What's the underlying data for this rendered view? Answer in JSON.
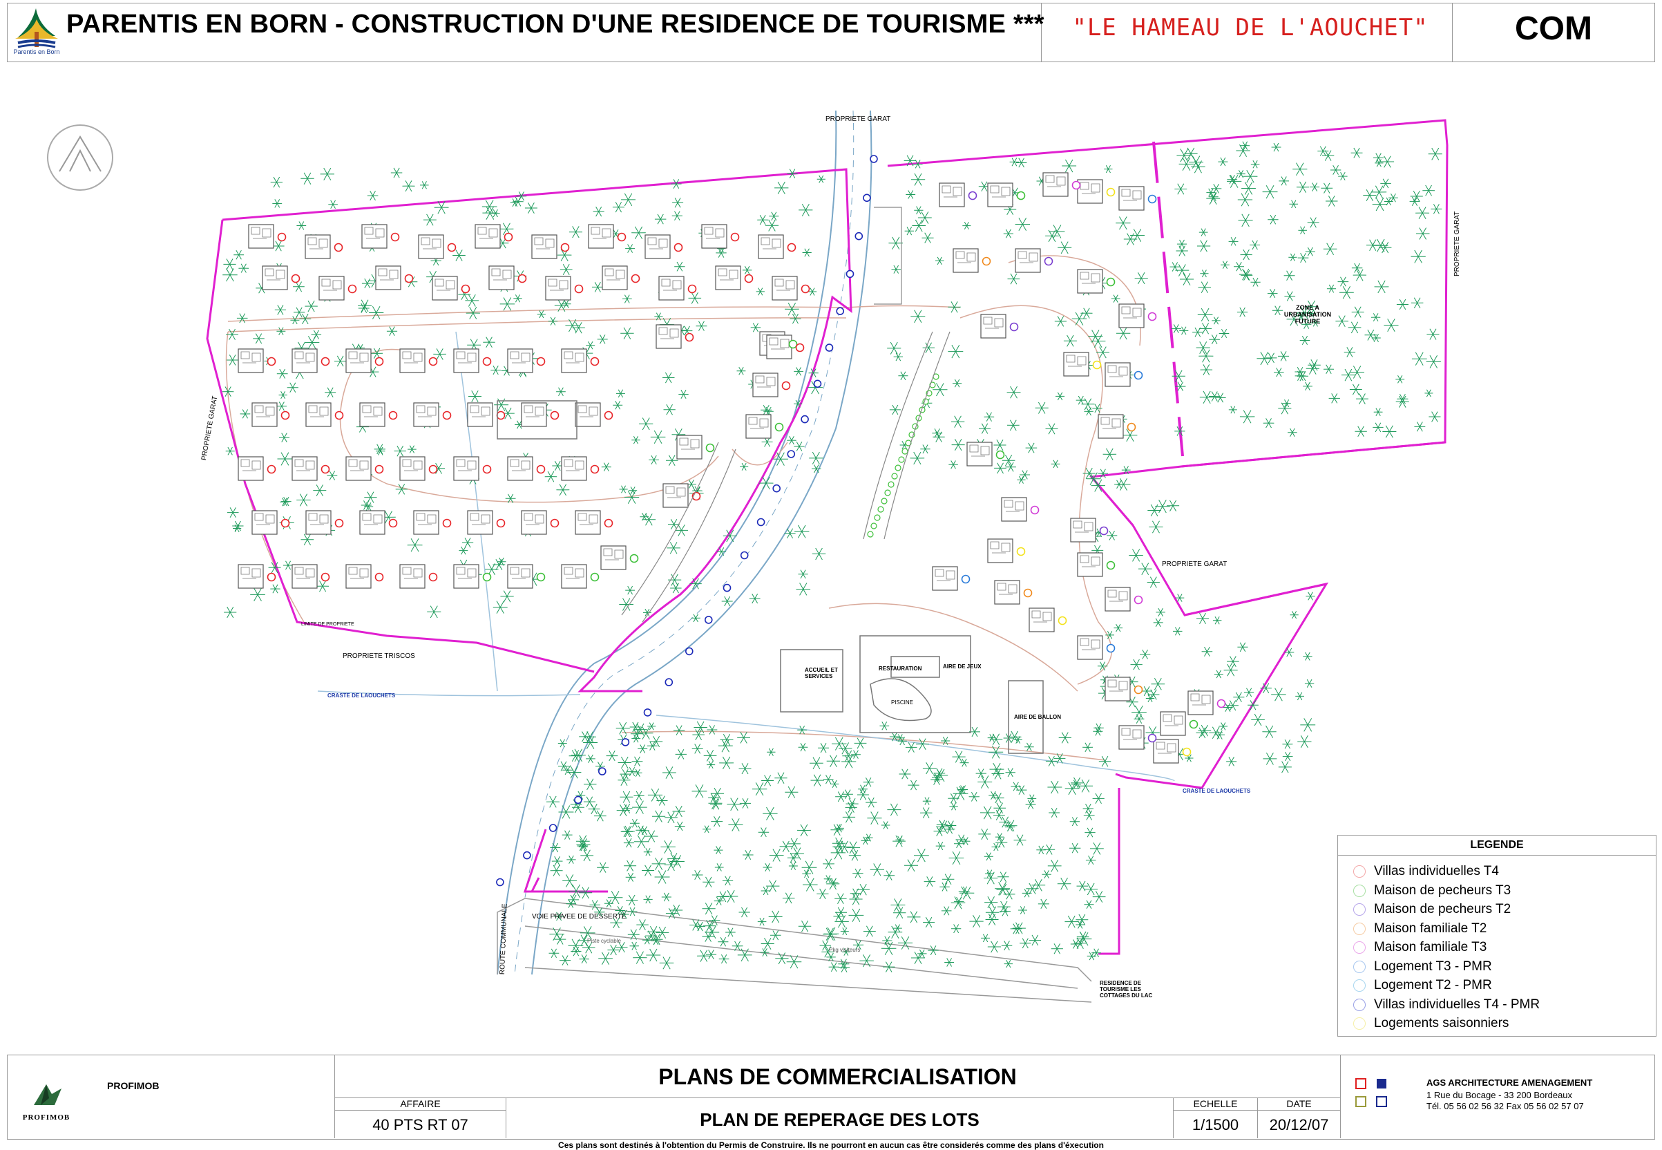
{
  "header": {
    "logo_text": "Parentis en Born",
    "title": "PARENTIS EN BORN - CONSTRUCTION D'UNE RESIDENCE DE TOURISME ***",
    "project_name": "\"LE HAMEAU DE L'AOUCHET\"",
    "code": "COM"
  },
  "plan": {
    "labels": {
      "propriete_garat_top": "PROPRIETE GARAT",
      "propriete_garat_left": "PROPRIETE GARAT",
      "propriete_garat_right_vertical": "PROPRIETE GARAT",
      "propriete_garat_mid": "PROPRIETE GARAT",
      "propriete_triscos": "PROPRIETE TRISCOS",
      "zone_future": "ZONE A URBANISATION FUTURE",
      "route_communale": "ROUTE COMMUNALE",
      "voie_privee": "VOIE PRIVEE DE DESSERTE",
      "crastes_left": "CRASTE DE LAOUCHETS",
      "crastes_right": "CRASTE DE LAOUCHETS",
      "piste_cyclable": "Piste cyclable",
      "residence_lac": "RESIDENCE DE TOURISME LES COTTAGES DU LAC",
      "piscine": "PISCINE",
      "limite_propriete": "LIMITE DE PROPRIETE",
      "parking_visiteurs": "Pkg visiteurs",
      "accueil": "ACCUEIL ET SERVICES",
      "restauration": "RESTAURATION",
      "aire_jeux": "AIRE DE JEUX",
      "terrain_ballon": "AIRE DE BALLON"
    },
    "lot_colors": {
      "t4": "#e8262a",
      "pecheurs_t3": "#3ec03a",
      "pecheurs_t2": "#7a3fd0",
      "familiale_t2": "#f08a1e",
      "familiale_t3": "#d13bd6",
      "t3_pmr": "#2a7bd9",
      "t2_pmr": "#2a9bd9",
      "t4_pmr": "#1c2ab8",
      "saisonniers": "#f3e21b"
    },
    "boundary_color": "#e020d0",
    "tree_color": "#1d9a5a",
    "road_color": "#7aa7c7"
  },
  "legend": {
    "title": "LEGENDE",
    "items": [
      {
        "label": "Villas individuelles T4",
        "color": "#f3a9a9"
      },
      {
        "label": "Maison de pecheurs T3",
        "color": "#a9e0a4"
      },
      {
        "label": "Maison de pecheurs T2",
        "color": "#b7a6ea"
      },
      {
        "label": "Maison familiale T2",
        "color": "#f6cca5"
      },
      {
        "label": "Maison familiale T3",
        "color": "#eaa8ea"
      },
      {
        "label": "Logement T3 - PMR",
        "color": "#a9c8f0"
      },
      {
        "label": "Logement T2 - PMR",
        "color": "#a9d6f0"
      },
      {
        "label": "Villas individuelles T4 - PMR",
        "color": "#9aa2e6"
      },
      {
        "label": "Logements saisonniers",
        "color": "#f6f0a8"
      }
    ]
  },
  "title_block": {
    "client": "PROFIMOB",
    "client_logo_text": "PROFIMOB",
    "doc_title": "PLANS DE COMMERCIALISATION",
    "affaire_head": "AFFAIRE",
    "affaire": "40 PTS RT 07",
    "subtitle": "PLAN DE REPERAGE DES LOTS",
    "echelle_head": "ECHELLE",
    "echelle": "1/1500",
    "date_head": "DATE",
    "date": "20/12/07",
    "architect_name": "AGS ARCHITECTURE AMENAGEMENT",
    "architect_address": "1 Rue du Bocage - 33 200 Bordeaux",
    "architect_phone": "Tél. 05 56 02 56 32   Fax 05 56 02 57 07"
  },
  "footer_note": "Ces plans sont destinés à l'obtention du Permis de Construire. Ils ne pourront en aucun cas être considerés comme des plans d'éxecution"
}
